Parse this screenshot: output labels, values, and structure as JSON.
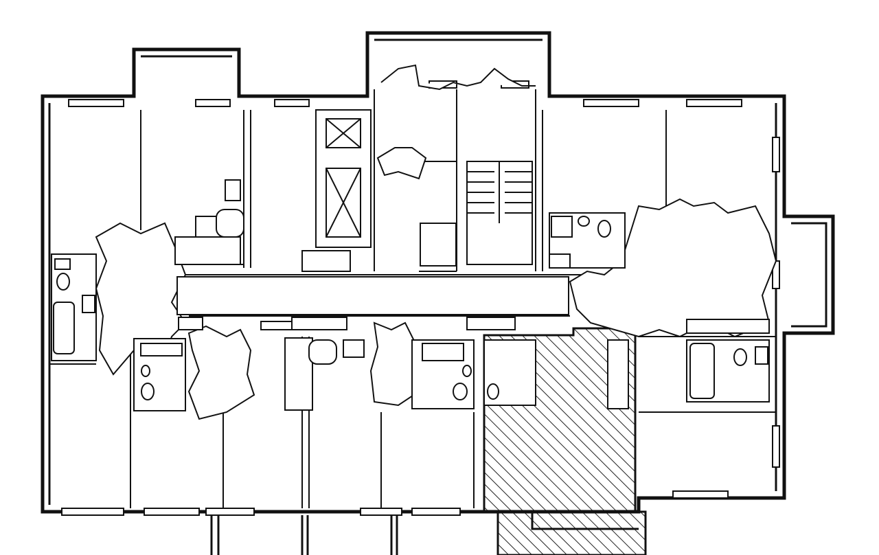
{
  "plan": {
    "building": "floor-plan",
    "highlighted_apartment": true,
    "wet_cores": 6,
    "elevators": 2,
    "stairwells": 1
  }
}
